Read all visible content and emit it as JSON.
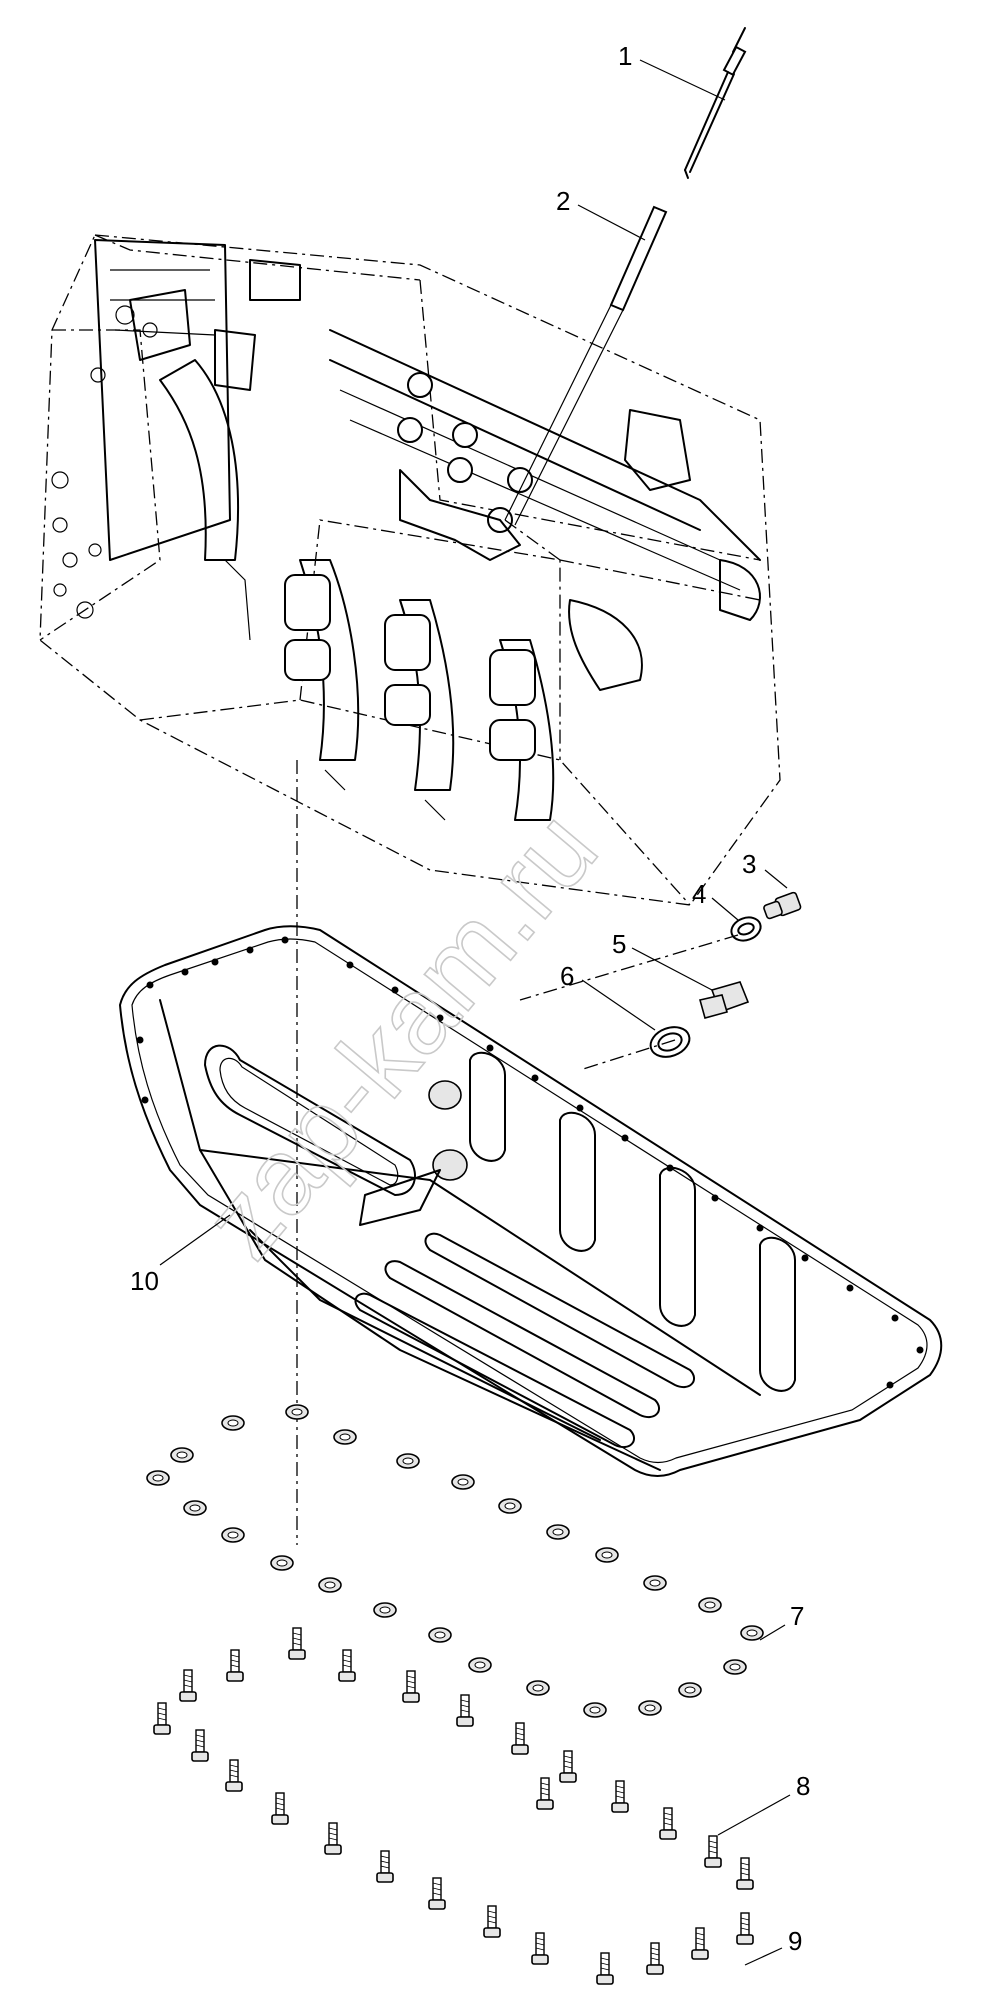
{
  "watermark": {
    "text": "zap-kam.ru"
  },
  "callouts": [
    {
      "id": "1",
      "label": "1"
    },
    {
      "id": "2",
      "label": "2"
    },
    {
      "id": "3",
      "label": "3"
    },
    {
      "id": "4",
      "label": "4"
    },
    {
      "id": "5",
      "label": "5"
    },
    {
      "id": "6",
      "label": "6"
    },
    {
      "id": "7",
      "label": "7"
    },
    {
      "id": "8",
      "label": "8"
    },
    {
      "id": "9",
      "label": "9"
    },
    {
      "id": "10",
      "label": "10"
    }
  ],
  "icons": {
    "engine-block": "engine-block-icon",
    "oil-pan": "oil-pan-icon",
    "dipstick": "dipstick-icon",
    "dipstick-tube": "dipstick-tube-icon",
    "drain-plug": "drain-plug-icon",
    "washer": "washer-icon",
    "bolt": "bolt-icon"
  }
}
